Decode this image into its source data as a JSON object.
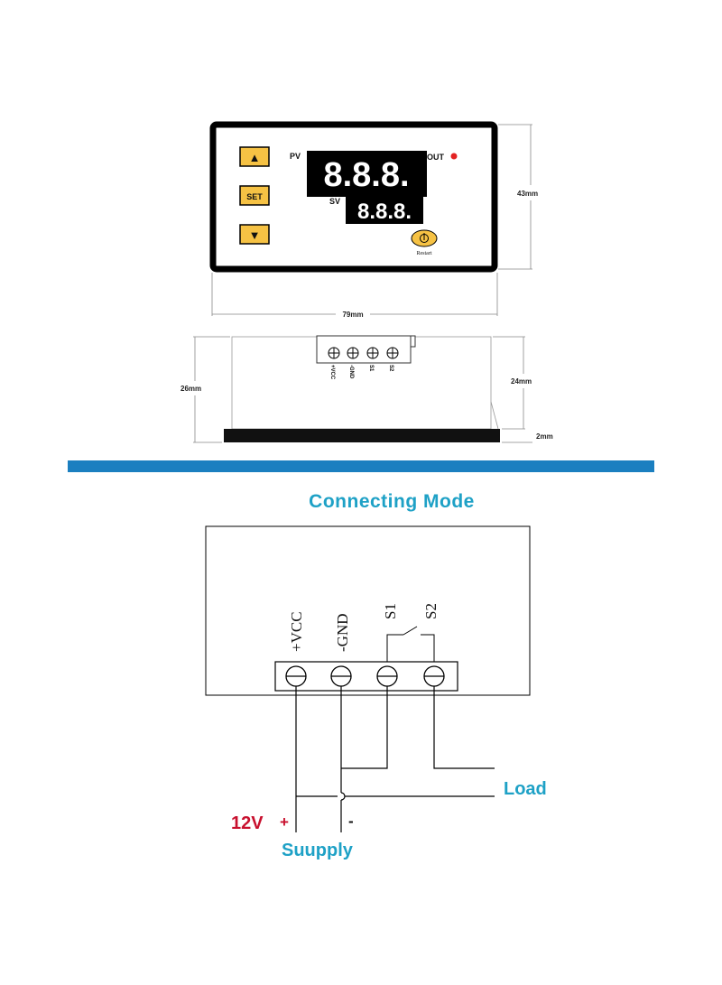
{
  "front_panel": {
    "pv_label": "PV",
    "sv_label": "SV",
    "out_label": "OUT",
    "pv_display": "8.8.8.",
    "sv_display": "8.8.8.",
    "up_button_glyph": "▲",
    "set_button_label": "SET",
    "down_button_glyph": "▼",
    "restart_label": "Restart",
    "restart_icon": "power-icon"
  },
  "dimensions": {
    "height_front": "43mm",
    "width_front": "79mm",
    "depth_side": "26mm",
    "body_depth": "24mm",
    "bezel": "2mm"
  },
  "side_terminals": [
    "+VCC",
    "-GND",
    "S1",
    "S2"
  ],
  "divider_color": "#1b7fc0",
  "connecting": {
    "title": "Connecting  Mode",
    "terminals": [
      "+VCC",
      "-GND",
      "S1",
      "S2"
    ],
    "load_label": "Load",
    "voltage_label": "12V",
    "plus_sign": "+",
    "minus_sign": "-",
    "supply_label": "Suupply",
    "accent_color": "#1ea1c6",
    "voltage_color": "#c8102e"
  }
}
